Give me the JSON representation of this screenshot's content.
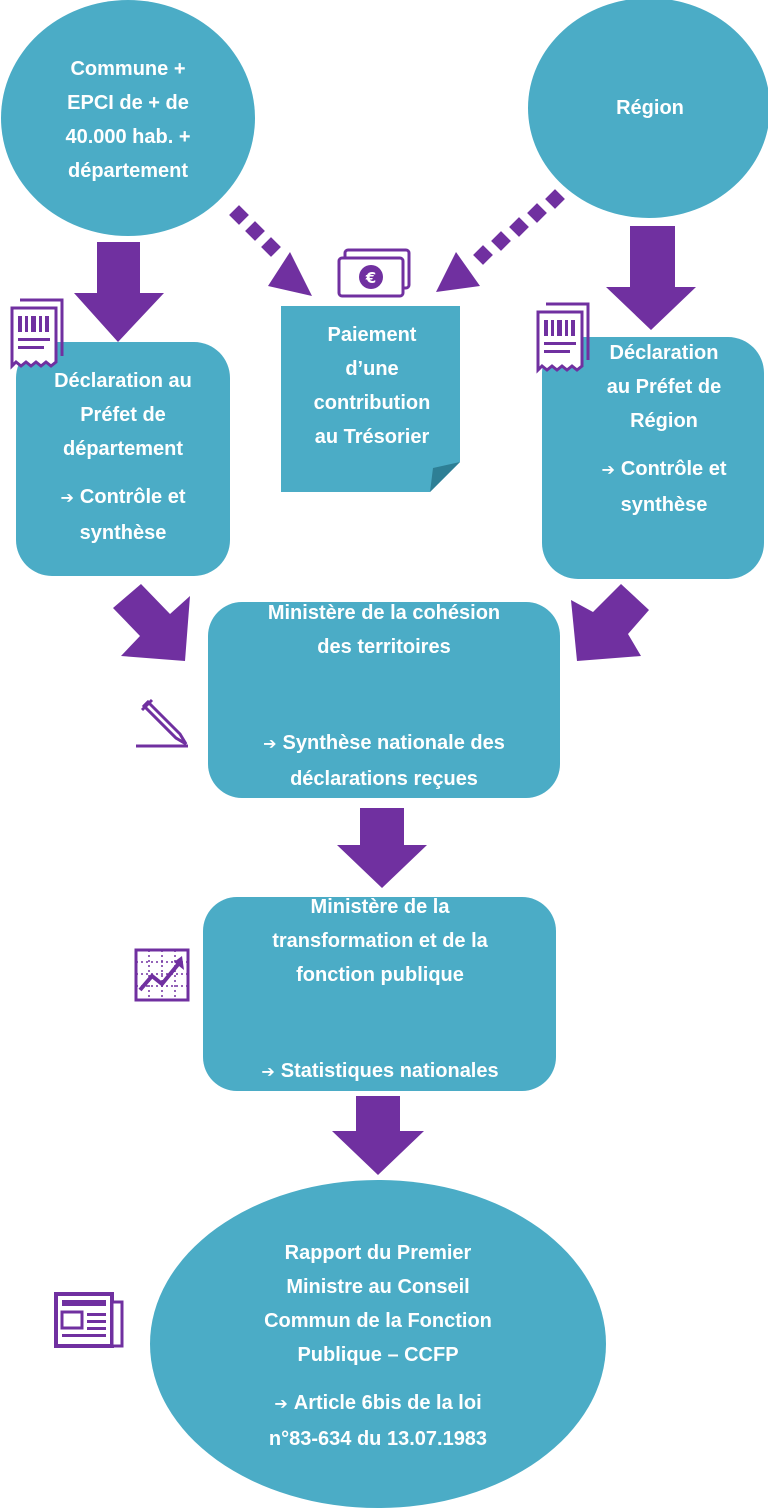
{
  "colors": {
    "node_fill": "#4BACC6",
    "arrow_fill": "#7030A0",
    "text": "#FFFFFF",
    "background": "#FFFFFF"
  },
  "nodes": {
    "commune": {
      "lines": [
        "Commune +",
        "EPCI de + de",
        "40.000 hab. +",
        "département"
      ]
    },
    "region": {
      "lines": [
        "Région"
      ]
    },
    "paiement": {
      "lines": [
        "Paiement",
        "d’une",
        "contribution",
        "au Trésorier"
      ]
    },
    "prefet_departement": {
      "lines": [
        "Déclaration au",
        "Préfet de",
        "département"
      ],
      "sub": [
        "Contrôle et",
        "synthèse"
      ]
    },
    "prefet_region": {
      "lines": [
        "Déclaration",
        "au Préfet de",
        "Région"
      ],
      "sub": [
        "Contrôle et",
        "synthèse"
      ]
    },
    "ministere_cohesion": {
      "lines": [
        "Ministère de la cohésion",
        "des territoires"
      ],
      "sub": [
        "Synthèse nationale des",
        "déclarations reçues"
      ]
    },
    "ministere_transformation": {
      "lines": [
        "Ministère de la",
        "transformation et de la",
        "fonction publique"
      ],
      "sub": [
        "Statistiques nationales"
      ]
    },
    "rapport": {
      "lines": [
        "Rapport du Premier",
        "Ministre au Conseil",
        "Commun de la Fonction",
        "Publique – CCFP"
      ],
      "sub": [
        "Article 6bis de la loi",
        "n°83-634 du 13.07.1983"
      ]
    }
  },
  "icons": [
    "money-euro-icon",
    "receipt-icon",
    "receipt-icon",
    "pencil-icon",
    "chart-icon",
    "newspaper-icon"
  ]
}
